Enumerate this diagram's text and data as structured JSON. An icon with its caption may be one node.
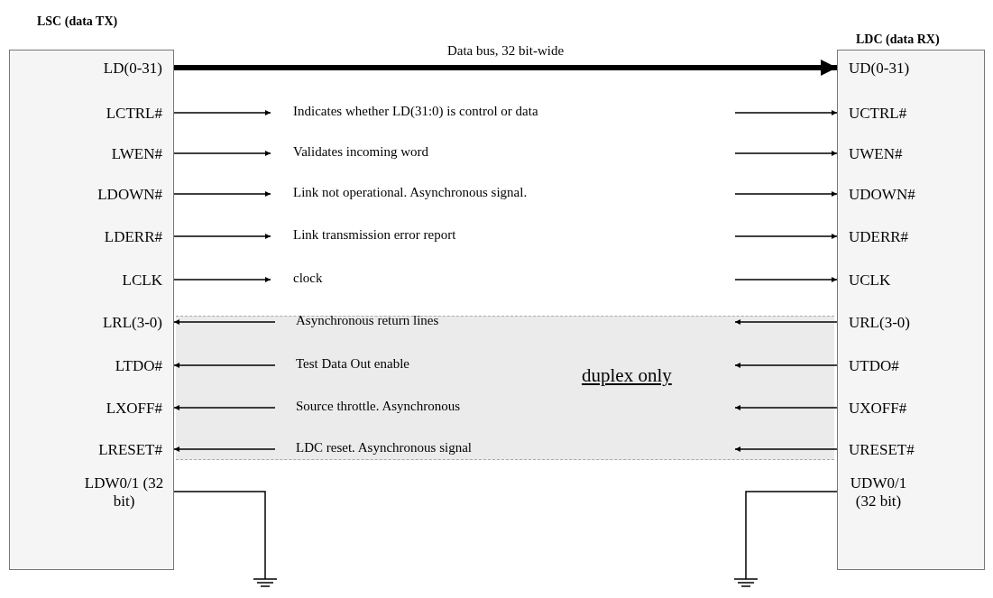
{
  "diagram": {
    "nodes": [
      {
        "text": [
          "LSC (data TX)"
        ]
      },
      {
        "text": [
          "LD(0-31)"
        ],
        "in": 0
      },
      {
        "text": [
          "LCTRL#"
        ],
        "in": 0
      },
      {
        "text": [
          "LWEN#"
        ],
        "in": 0
      },
      {
        "text": [
          "LDOWN#"
        ],
        "in": 0
      },
      {
        "text": [
          "LDERR#"
        ],
        "in": 0
      },
      {
        "text": [
          "LCLK"
        ],
        "in": 0
      },
      {
        "text": [
          "LRL(3-0)"
        ],
        "in": 0
      },
      {
        "text": [
          "LTDO#"
        ],
        "in": 0
      },
      {
        "text": [
          "LXOFF#"
        ],
        "in": 0
      },
      {
        "text": [
          "LRESET#"
        ],
        "in": 0
      },
      {
        "text": [
          "LDW0/1 (32 bit)"
        ],
        "in": 0
      },
      {
        "text": [
          "LDC (data RX)"
        ]
      },
      {
        "text": [
          "UD(0-31)"
        ],
        "in": 12
      },
      {
        "text": [
          "UCTRL#"
        ],
        "in": 12
      },
      {
        "text": [
          "UWEN#"
        ],
        "in": 12
      },
      {
        "text": [
          "UDOWN#"
        ],
        "in": 12
      },
      {
        "text": [
          "UDERR#"
        ],
        "in": 12
      },
      {
        "text": [
          "UCLK"
        ],
        "in": 12
      },
      {
        "text": [
          "URL(3-0)"
        ],
        "in": 12
      },
      {
        "text": [
          "UTDO#"
        ],
        "in": 12
      },
      {
        "text": [
          "UXOFF#"
        ],
        "in": 12
      },
      {
        "text": [
          "URESET#"
        ],
        "in": 12
      },
      {
        "text": [
          "UDW0/1 (32 bit)"
        ],
        "in": 12
      },
      {
        "text": [
          "duplex only"
        ]
      },
      {
        "text": [],
        "shape": "ground"
      },
      {
        "text": [],
        "shape": "ground"
      }
    ],
    "edges": [
      {
        "from": 1,
        "to": 13,
        "arrow": "to",
        "label": "Data bus, 32 bit-wide",
        "style": "thick"
      },
      {
        "from": 2,
        "to": null,
        "arrow": "to"
      },
      {
        "from": null,
        "to": 14,
        "arrow": "to"
      },
      {
        "from": 3,
        "to": null,
        "arrow": "to"
      },
      {
        "from": null,
        "to": 15,
        "arrow": "to"
      },
      {
        "from": 4,
        "to": null,
        "arrow": "to"
      },
      {
        "from": null,
        "to": 16,
        "arrow": "to"
      },
      {
        "from": 5,
        "to": null,
        "arrow": "to"
      },
      {
        "from": null,
        "to": 17,
        "arrow": "to"
      },
      {
        "from": 6,
        "to": null,
        "arrow": "to"
      },
      {
        "from": null,
        "to": 18,
        "arrow": "to"
      },
      {
        "from": 19,
        "to": 24,
        "arrow": "to"
      },
      {
        "from": 24,
        "to": 7,
        "arrow": "to"
      },
      {
        "from": 20,
        "to": 24,
        "arrow": "to"
      },
      {
        "from": 24,
        "to": 8,
        "arrow": "to"
      },
      {
        "from": 21,
        "to": 24,
        "arrow": "to"
      },
      {
        "from": 24,
        "to": 9,
        "arrow": "to"
      },
      {
        "from": 22,
        "to": 24,
        "arrow": "to"
      },
      {
        "from": 24,
        "to": 10,
        "arrow": "to"
      },
      {
        "from": 11,
        "to": 25,
        "arrow": "none"
      },
      {
        "from": 23,
        "to": 26,
        "arrow": "none"
      }
    ],
    "labels": [
      "Indicates whether LD(31:0) is control or data",
      "Validates incoming word",
      "Link not operational. Asynchronous signal.",
      "Link transmission error report",
      "clock",
      "Asynchronous return lines",
      "Test Data Out enable",
      "Source throttle. Asynchronous",
      "LDC reset. Asynchronous signal"
    ]
  }
}
